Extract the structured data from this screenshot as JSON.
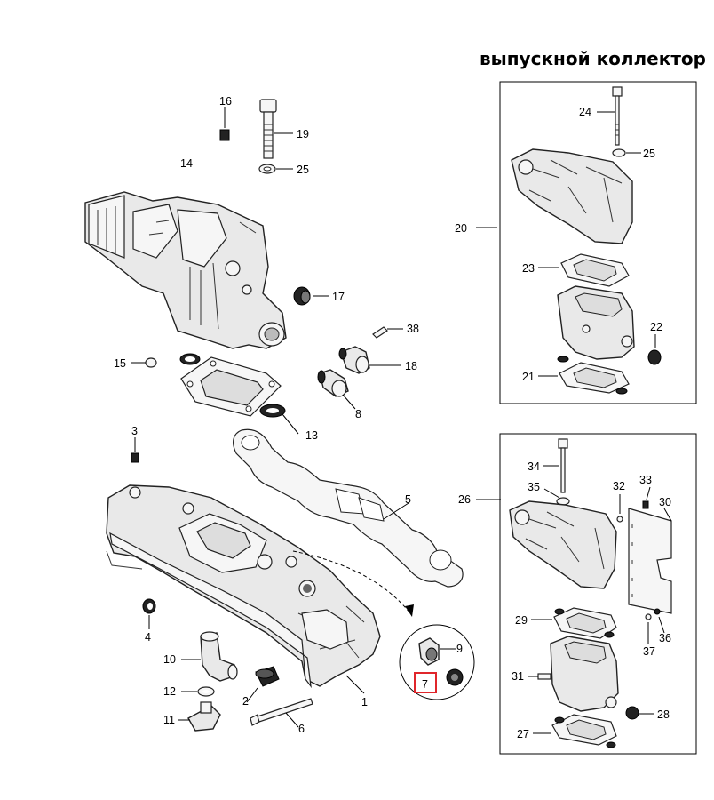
{
  "title": "выпускной коллектор",
  "callouts": {
    "c1": "1",
    "c2": "2",
    "c3": "3",
    "c4": "4",
    "c5": "5",
    "c6": "6",
    "c7": "7",
    "c8": "8",
    "c9": "9",
    "c10": "10",
    "c11": "11",
    "c12": "12",
    "c13": "13",
    "c14": "14",
    "c15": "15",
    "c16": "16",
    "c17": "17",
    "c18": "18",
    "c19": "19",
    "c20": "20",
    "c21": "21",
    "c22": "22",
    "c23": "23",
    "c24": "24",
    "c25a": "25",
    "c25b": "25",
    "c26": "26",
    "c27": "27",
    "c28": "28",
    "c29": "29",
    "c30": "30",
    "c31": "31",
    "c32": "32",
    "c33": "33",
    "c34": "34",
    "c35": "35",
    "c36": "36",
    "c37": "37",
    "c38": "38"
  },
  "highlight": {
    "part": "7",
    "color": "#e0262b"
  }
}
